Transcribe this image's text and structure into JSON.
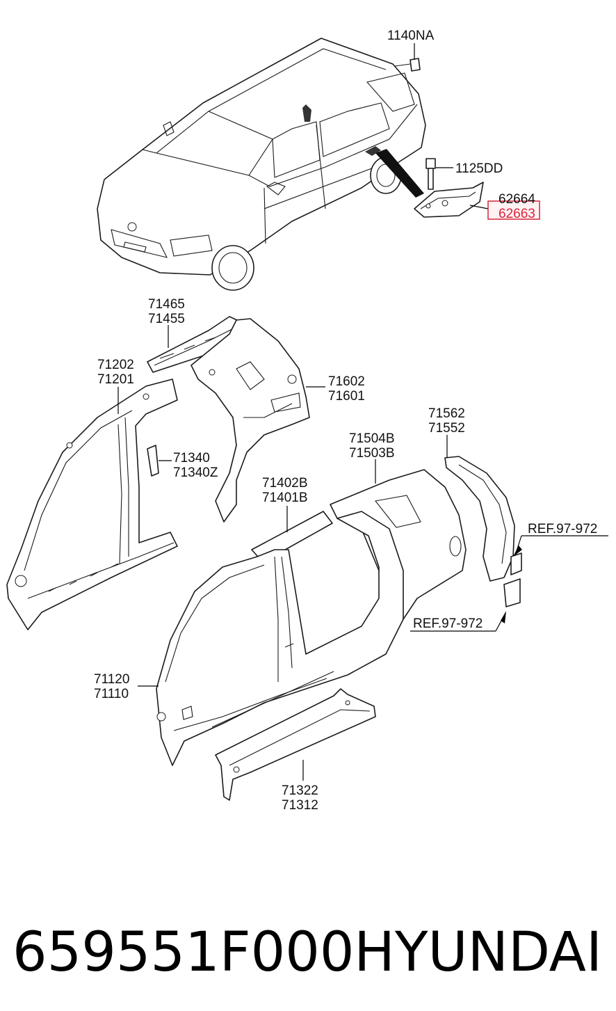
{
  "callouts": {
    "c1140NA": "1140NA",
    "c1125DD": "1125DD",
    "c62664": "62664",
    "c62663": "62663",
    "c71465": "71465",
    "c71455": "71455",
    "c71202": "71202",
    "c71201": "71201",
    "c71602": "71602",
    "c71601": "71601",
    "c71562": "71562",
    "c71552": "71552",
    "c71504B": "71504B",
    "c71503B": "71503B",
    "c71340": "71340",
    "c71340Z": "71340Z",
    "c71402B": "71402B",
    "c71401B": "71401B",
    "cref1": "REF.97-972",
    "cref2": "REF.97-972",
    "c71120": "71120",
    "c71110": "71110",
    "c71322": "71322",
    "c71312": "71312"
  },
  "highlight_color": "#d9243a",
  "footer": {
    "part_number": "659551F000",
    "brand": "HYUNDAI"
  }
}
